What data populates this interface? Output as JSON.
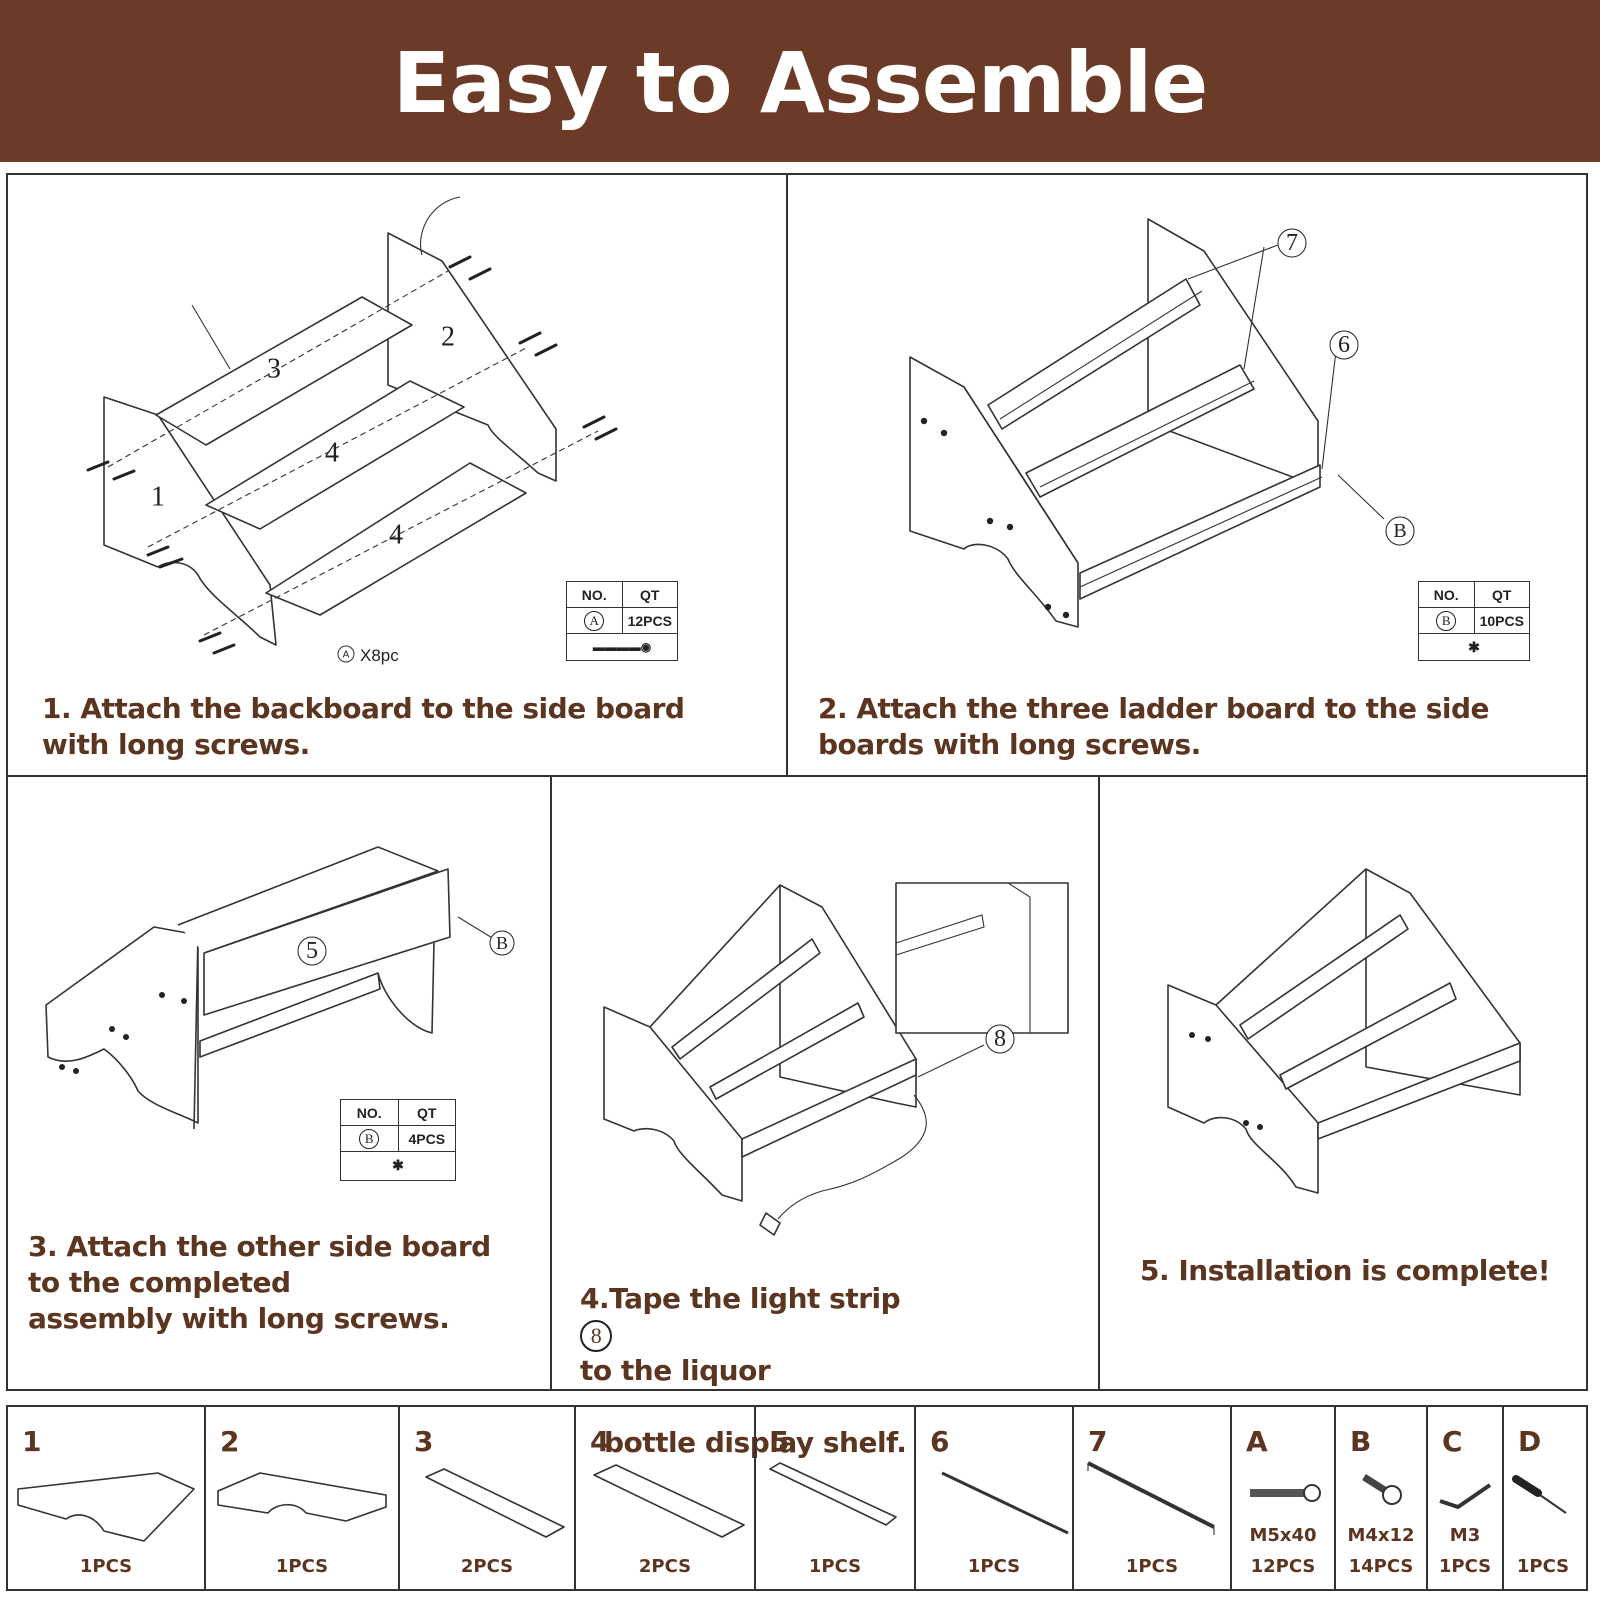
{
  "header": {
    "title": "Easy to Assemble"
  },
  "steps": [
    {
      "text": "1. Attach the backboard to the side board\nwith long screws.",
      "callout": "X8pc",
      "callout_part": "A",
      "table": {
        "col_no": "NO.",
        "col_qt": "QT",
        "part": "A",
        "qty": "12PCS"
      }
    },
    {
      "text": "2. Attach the three ladder board to the side\nboards with long screws.",
      "table": {
        "col_no": "NO.",
        "col_qt": "QT",
        "part": "B",
        "qty": "10PCS"
      }
    },
    {
      "text": "3. Attach the other side board\nto the completed\nassembly with long screws.",
      "table": {
        "col_no": "NO.",
        "col_qt": "QT",
        "part": "B",
        "qty": "4PCS"
      }
    },
    {
      "text_before": "4.Tape the light strip",
      "text_circle": "8",
      "text_after": "to the  liquor",
      "text_line2": "bottle display shelf."
    },
    {
      "text": "5. Installation is complete!"
    }
  ],
  "diagram_labels": {
    "step1": [
      "1",
      "2",
      "3",
      "4",
      "4"
    ],
    "step2": [
      "7",
      "6",
      "B"
    ],
    "step3": [
      "5",
      "B"
    ],
    "step4": [
      "8"
    ]
  },
  "parts": [
    {
      "label": "1",
      "spec": "",
      "qty": "1PCS"
    },
    {
      "label": "2",
      "spec": "",
      "qty": "1PCS"
    },
    {
      "label": "3",
      "spec": "",
      "qty": "2PCS"
    },
    {
      "label": "4",
      "spec": "",
      "qty": "2PCS"
    },
    {
      "label": "5",
      "spec": "",
      "qty": "1PCS"
    },
    {
      "label": "6",
      "spec": "",
      "qty": "1PCS"
    },
    {
      "label": "7",
      "spec": "",
      "qty": "1PCS"
    },
    {
      "label": "A",
      "spec": "M5x40",
      "qty": "12PCS"
    },
    {
      "label": "B",
      "spec": "M4x12",
      "qty": "14PCS"
    },
    {
      "label": "C",
      "spec": "M3",
      "qty": "1PCS"
    },
    {
      "label": "D",
      "spec": "",
      "qty": "1PCS"
    }
  ]
}
